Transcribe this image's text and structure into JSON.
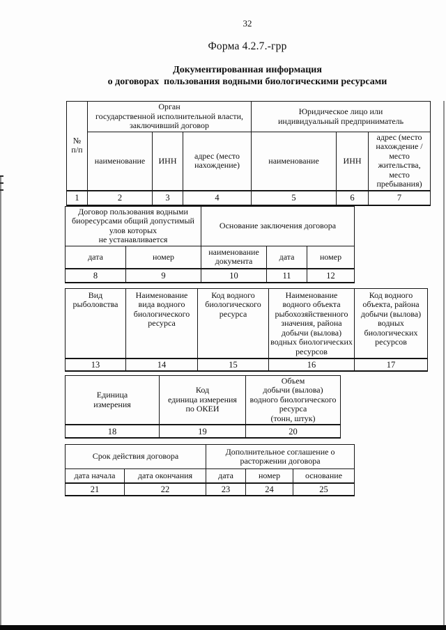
{
  "page": {
    "number": "32",
    "form_label": "Форма 4.2.7.-грр",
    "title_line1": "Документированная информация",
    "title_line2": "о договорах  пользования водными биологическими ресурсами"
  },
  "table_parties": {
    "row_col": "№\nп/п",
    "group_authority": "Орган\nгосударственной исполнительной власти,\nзаключивший договор",
    "group_entity": "Юридическое лицо или\nиндивидуальный предприниматель",
    "authority_name": "наименование",
    "authority_inn": "ИНН",
    "authority_address": "адрес (место\nнахождение)",
    "entity_name": "наименование",
    "entity_inn": "ИНН",
    "entity_address": "адрес (место\nнахождение /\nместо\nжительства,\nместо\nпребывания)",
    "nums": [
      "1",
      "2",
      "3",
      "4",
      "5",
      "6",
      "7"
    ]
  },
  "table_contract": {
    "group_contract": "Договор пользования водными\nбиоресурсами общий допустимый\nулов которых\nне устанавливается",
    "group_basis": "Основание заключения договора",
    "sub": [
      "дата",
      "номер",
      "наименование\nдокумента",
      "дата",
      "номер"
    ],
    "nums": [
      "8",
      "9",
      "10",
      "11",
      "12"
    ]
  },
  "table_resource": {
    "headers": [
      "Вид\nрыболовства",
      "Наименование\nвида водного\nбиологического\nресурса",
      "Код водного\nбиологического\nресурса",
      "Наименование\nводного объекта\nрыбохозяйственного\nзначения, района\nдобычи (вылова)\nводных биологических\nресурсов",
      "Код водного\nобъекта, района\nдобычи (вылова)\nводных\nбиологических\nресурсов"
    ],
    "nums": [
      "13",
      "14",
      "15",
      "16",
      "17"
    ]
  },
  "table_volume": {
    "headers": [
      "Единица\nизмерения",
      "Код\nединица измерения\nпо ОКЕИ",
      "Объем\nдобычи (вылова)\nводного биологического\nресурса\n(тонн, штук)"
    ],
    "nums": [
      "18",
      "19",
      "20"
    ]
  },
  "table_term": {
    "group_term": "Срок действия договора",
    "group_termination": "Дополнительное соглашение о\nрасторжении договора",
    "sub": [
      "дата начала",
      "дата окончания",
      "дата",
      "номер",
      "основание"
    ],
    "nums": [
      "21",
      "22",
      "23",
      "24",
      "25"
    ]
  }
}
